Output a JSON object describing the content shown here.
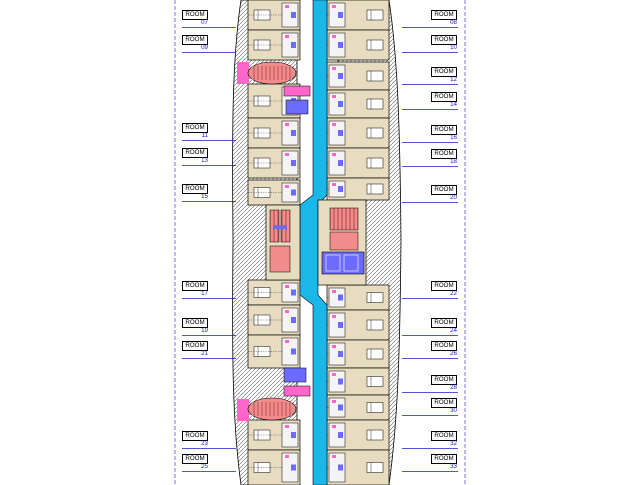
{
  "room_word": "ROOM",
  "rooms_left": [
    "07",
    "09",
    "11",
    "13",
    "15",
    "17",
    "19",
    "21",
    "23",
    "25"
  ],
  "rooms_right": [
    "08",
    "10",
    "12",
    "14",
    "16",
    "18",
    "20",
    "22",
    "24",
    "26",
    "28",
    "30",
    "32",
    "33"
  ],
  "colors": {
    "corridor": "#19b8e8",
    "room_floor": "#e8dcc0",
    "stair": "#f28c8c",
    "lift": "#6b6bff",
    "accent_pink": "#ff66cc",
    "leader": "#1a1acc",
    "boundary_dash": "#5555dd",
    "wall": "#000000",
    "hull": "#d8d8d8"
  },
  "icons": [
    "hatch-pattern",
    "bed-icon",
    "bathroom-fixture-icon",
    "stair-icon",
    "lift-icon"
  ]
}
